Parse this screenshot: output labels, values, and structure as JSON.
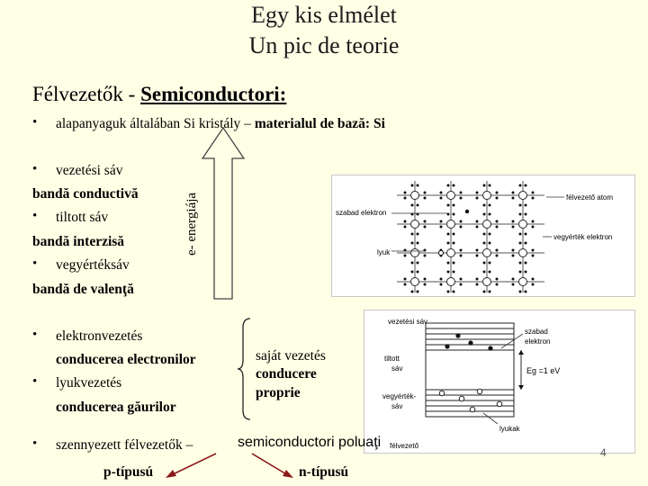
{
  "header": {
    "title_line1": "Egy kis elmélet",
    "title_line2": "Un pic de teorie"
  },
  "subtitle": {
    "normal": "Félvezetők - ",
    "bold": "Semiconductori:"
  },
  "bullet_symbol": "•",
  "intro_line": {
    "normal": "alapanyaguk általában Si kristály – ",
    "bold": "materialul de bază: Si"
  },
  "bands": {
    "conduction_hu": "vezetési sáv",
    "conduction_ro": "bandă conductivă",
    "forbidden_hu": "tiltott sáv",
    "forbidden_ro": "bandă interzisă",
    "valence_hu": "vegyértéksáv",
    "valence_ro": "bandă de valenţă"
  },
  "energy_axis_label": "e- energiája",
  "conduction": {
    "electron_hu": "elektronvezetés",
    "electron_ro": "conducerea electronilor",
    "hole_hu": "lyukvezetés",
    "hole_ro": "conducerea găurilor",
    "intrinsic_hu": "saját vezetés",
    "intrinsic_ro_1": "conducere",
    "intrinsic_ro_2": "proprie"
  },
  "doped": {
    "hu": "szennyezett félvezetők –",
    "ro": "semiconductori poluaţi",
    "p_type": "p-típusú",
    "n_type": "n-típusú"
  },
  "lattice_figure": {
    "free_electron": "szabad elektron",
    "hole": "lyuk",
    "semiconductor_atom": "félvezető atom",
    "valence_electron": "vegyérték elektron"
  },
  "band_figure": {
    "conduction_band": "vezetési sáv",
    "forbidden_band_1": "tiltott",
    "forbidden_band_2": "sáv",
    "free_electron_1": "szabad",
    "free_electron_2": "elektron",
    "gap": "Eg =1 eV",
    "valence_band_1": "vegyérték-",
    "valence_band_2": "sáv",
    "holes": "lyukak",
    "material": "félvezető"
  },
  "page_number": "4",
  "colors": {
    "background": "#ffffe6",
    "arrow": "#8b1a1a"
  }
}
